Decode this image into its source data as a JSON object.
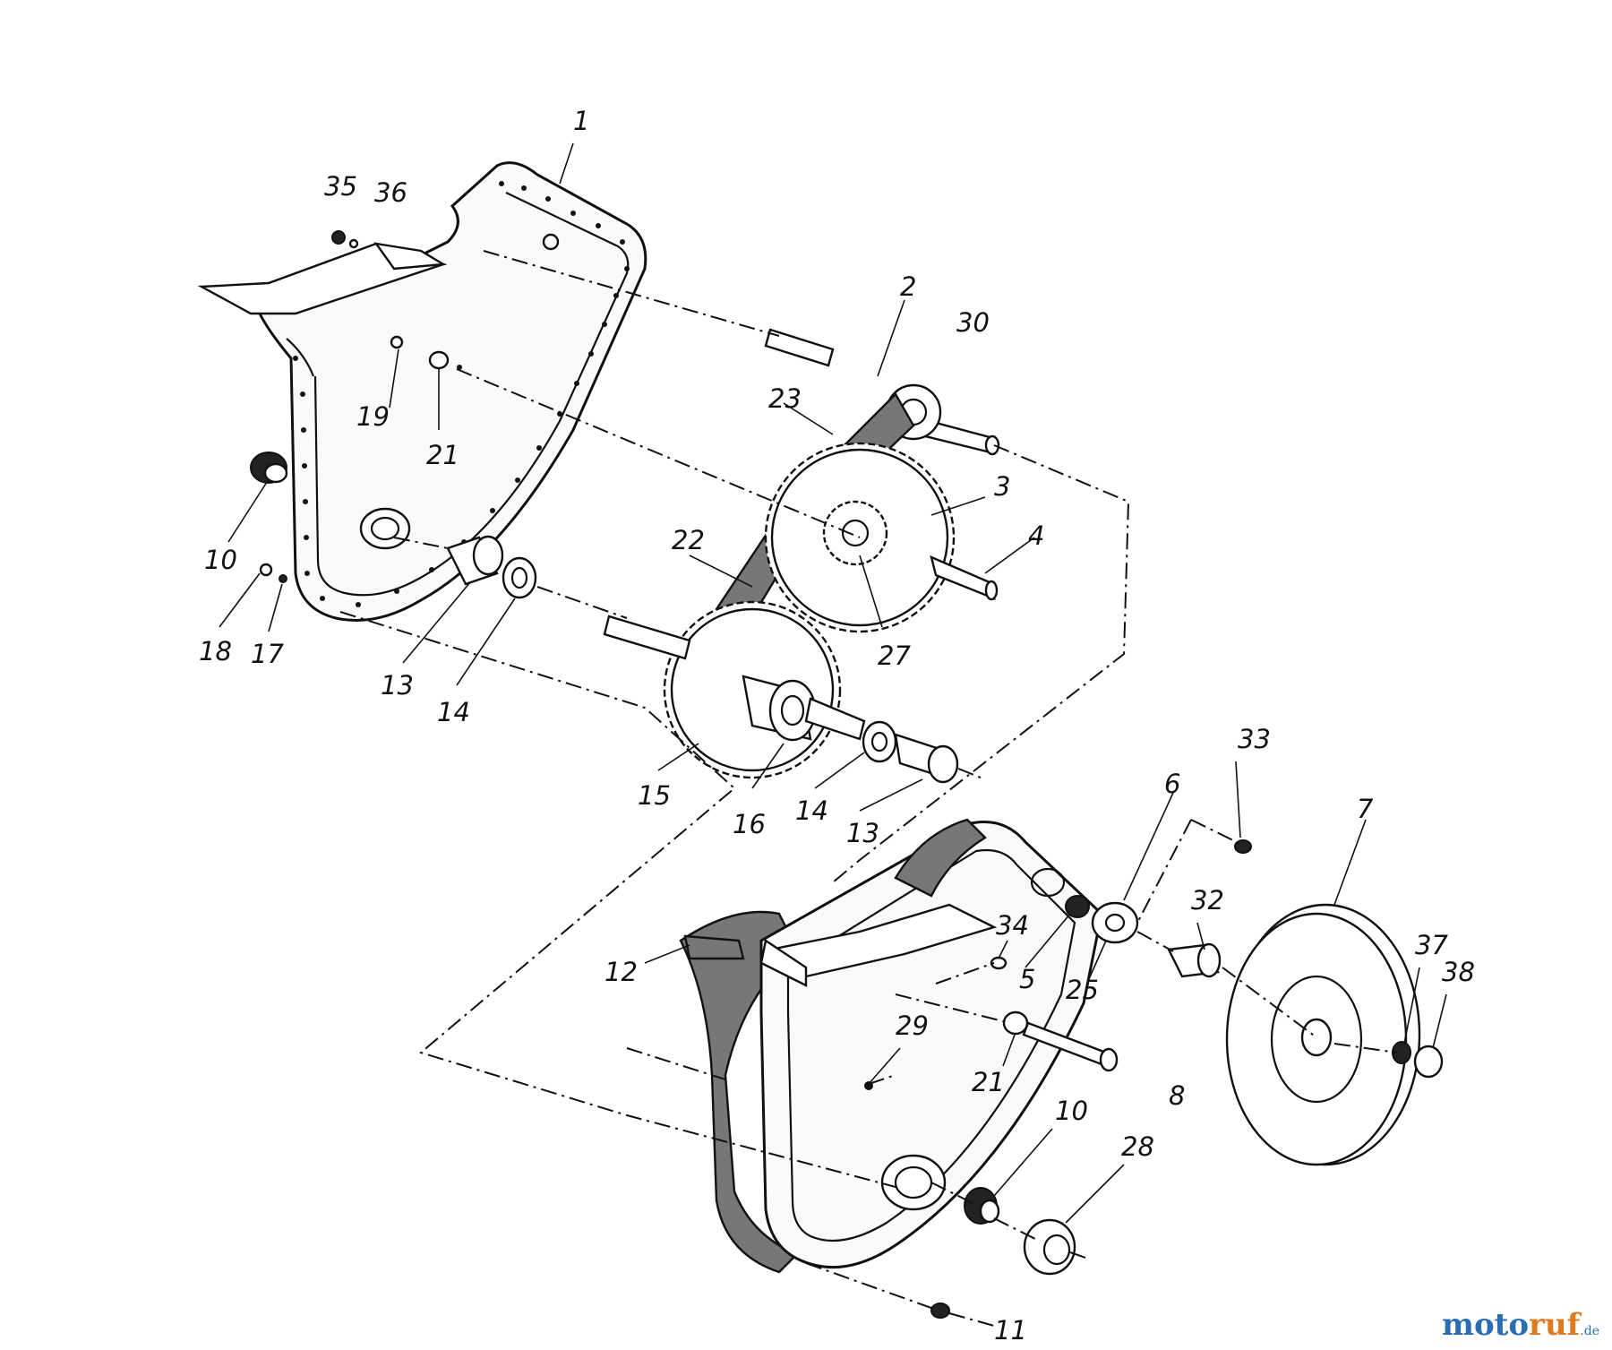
{
  "parts": [
    {
      "id": "p1",
      "label": "1"
    },
    {
      "id": "p35",
      "label": "35"
    },
    {
      "id": "p36",
      "label": "36"
    },
    {
      "id": "p2",
      "label": "2"
    },
    {
      "id": "p30",
      "label": "30"
    },
    {
      "id": "p23",
      "label": "23"
    },
    {
      "id": "p19",
      "label": "19"
    },
    {
      "id": "p21a",
      "label": "21"
    },
    {
      "id": "p3",
      "label": "3"
    },
    {
      "id": "p4",
      "label": "4"
    },
    {
      "id": "p22",
      "label": "22"
    },
    {
      "id": "p27",
      "label": "27"
    },
    {
      "id": "p10a",
      "label": "10"
    },
    {
      "id": "p18",
      "label": "18"
    },
    {
      "id": "p17",
      "label": "17"
    },
    {
      "id": "p13a",
      "label": "13"
    },
    {
      "id": "p14a",
      "label": "14"
    },
    {
      "id": "p15",
      "label": "15"
    },
    {
      "id": "p16",
      "label": "16"
    },
    {
      "id": "p14b",
      "label": "14"
    },
    {
      "id": "p13b",
      "label": "13"
    },
    {
      "id": "p33",
      "label": "33"
    },
    {
      "id": "p6",
      "label": "6"
    },
    {
      "id": "p7",
      "label": "7"
    },
    {
      "id": "p32",
      "label": "32"
    },
    {
      "id": "p34",
      "label": "34"
    },
    {
      "id": "p5",
      "label": "5"
    },
    {
      "id": "p25",
      "label": "25"
    },
    {
      "id": "p12",
      "label": "12"
    },
    {
      "id": "p37",
      "label": "37"
    },
    {
      "id": "p38",
      "label": "38"
    },
    {
      "id": "p29",
      "label": "29"
    },
    {
      "id": "p21b",
      "label": "21"
    },
    {
      "id": "p8",
      "label": "8"
    },
    {
      "id": "p10b",
      "label": "10"
    },
    {
      "id": "p28",
      "label": "28"
    },
    {
      "id": "p11",
      "label": "11"
    }
  ],
  "watermark": {
    "part1": "moto",
    "part2": "ruf",
    "suffix": ".de"
  }
}
